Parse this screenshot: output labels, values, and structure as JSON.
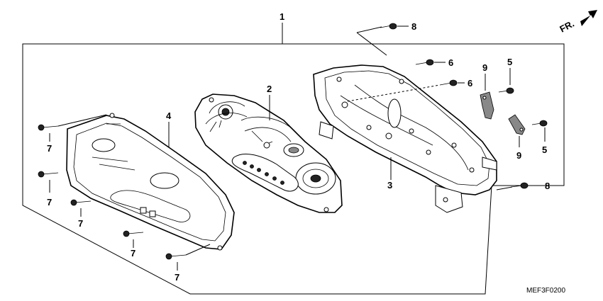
{
  "callouts": {
    "c1": "1",
    "c2": "2",
    "c3": "3",
    "c4": "4",
    "c5a": "5",
    "c5b": "5",
    "c6a": "6",
    "c6b": "6",
    "c7a": "7",
    "c7b": "7",
    "c7c": "7",
    "c7d": "7",
    "c7e": "7",
    "c8a": "8",
    "c8b": "8",
    "c9a": "9",
    "c9b": "9"
  },
  "direction_label": "FR.",
  "diagram_code": "MEF3F0200"
}
